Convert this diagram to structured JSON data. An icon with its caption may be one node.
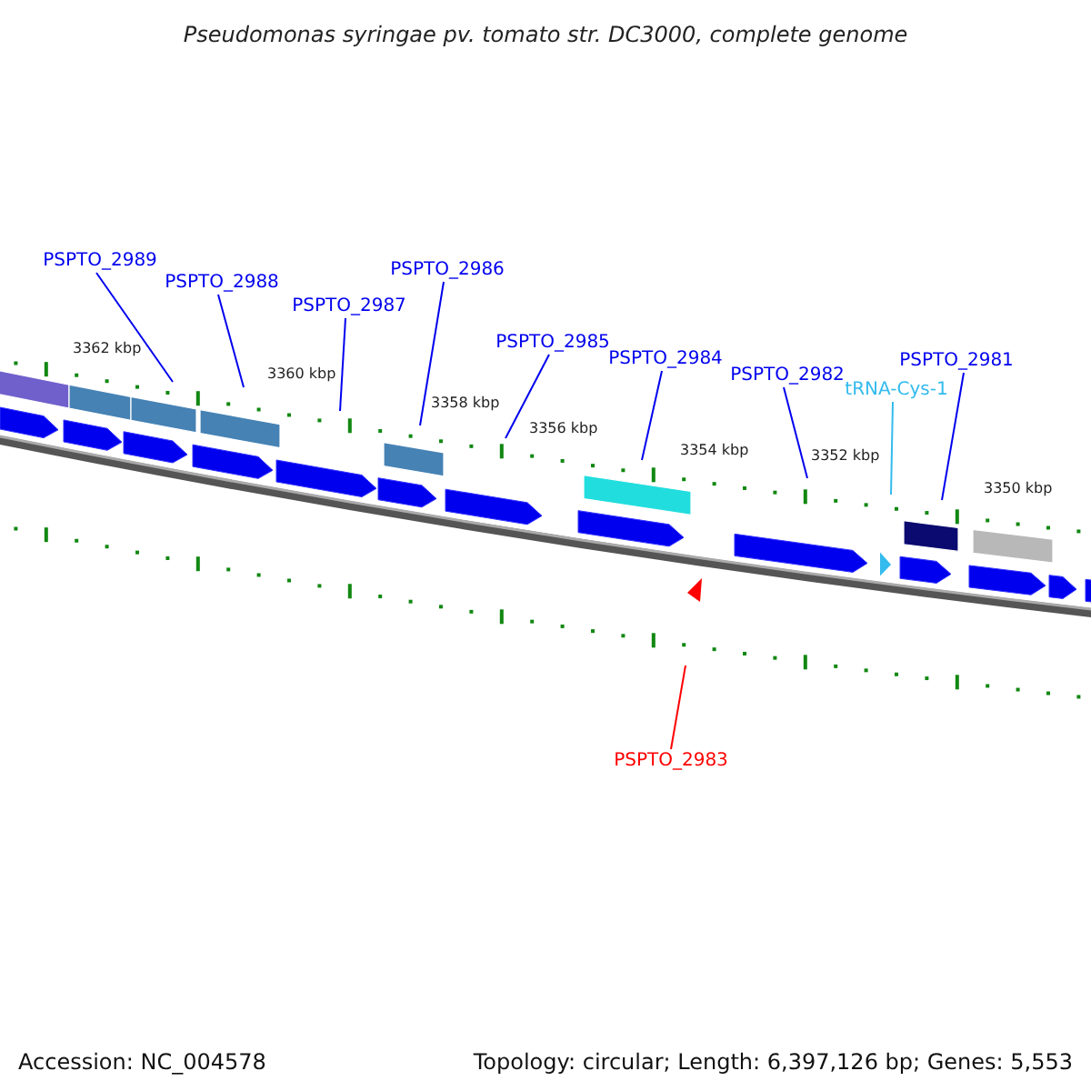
{
  "diagram": {
    "title": "Pseudomonas syringae pv. tomato str. DC3000, complete genome",
    "nodes": [
      {
        "text": [
          "PSPTO_2989"
        ]
      },
      {
        "text": [
          "PSPTO_2988"
        ]
      },
      {
        "text": [
          "PSPTO_2987"
        ]
      },
      {
        "text": [
          "PSPTO_2986"
        ]
      },
      {
        "text": [
          "PSPTO_2985"
        ]
      },
      {
        "text": [
          "PSPTO_2984"
        ]
      },
      {
        "text": [
          "PSPTO_2982"
        ]
      },
      {
        "text": [
          "tRNA-Cys-1"
        ]
      },
      {
        "text": [
          "PSPTO_2981"
        ]
      },
      {
        "text": [
          "PSPTO_2983"
        ]
      }
    ],
    "edges": [
      {
        "from": 0,
        "to": null,
        "arrow": "none"
      },
      {
        "from": 1,
        "to": null,
        "arrow": "none"
      },
      {
        "from": 2,
        "to": null,
        "arrow": "none"
      },
      {
        "from": 3,
        "to": null,
        "arrow": "none"
      },
      {
        "from": 4,
        "to": null,
        "arrow": "none"
      },
      {
        "from": 5,
        "to": null,
        "arrow": "none"
      },
      {
        "from": 6,
        "to": null,
        "arrow": "none"
      },
      {
        "from": 7,
        "to": null,
        "arrow": "none",
        "color": "#33bbee"
      },
      {
        "from": 8,
        "to": null,
        "arrow": "none"
      },
      {
        "from": 9,
        "to": null,
        "arrow": "none",
        "color": "#ff0000"
      }
    ],
    "labels": [
      "3362 kbp",
      "3360 kbp",
      "3358 kbp",
      "3356 kbp",
      "3354 kbp",
      "3352 kbp",
      "3350 kbp",
      "Accession: NC_004578",
      "Topology: circular; Length: 6,397,126 bp; Genes: 5,553"
    ]
  }
}
